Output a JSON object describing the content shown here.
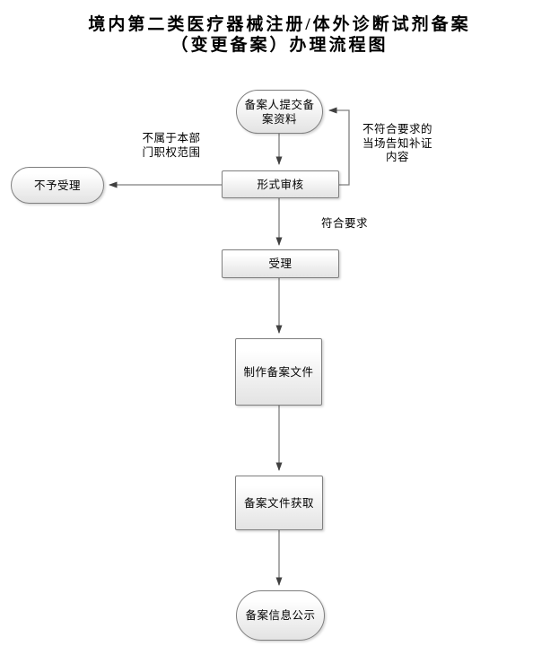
{
  "title": {
    "line1": "境内第二类医疗器械注册/体外诊断试剂备案",
    "line2": "（变更备案）办理流程图"
  },
  "nodes": {
    "submit": {
      "lines": [
        "备案人提交备",
        "案资料"
      ]
    },
    "reject": {
      "label": "不予受理"
    },
    "formal": {
      "label": "形式审核"
    },
    "accept": {
      "label": "受理"
    },
    "make": {
      "label": "制作备案文件"
    },
    "obtain": {
      "label": "备案文件获取"
    },
    "publish": {
      "label": "备案信息公示"
    }
  },
  "edge_labels": {
    "not_in_scope": {
      "lines": [
        "不属于本部",
        "门职权范围"
      ]
    },
    "not_compliant": {
      "lines": [
        "不符合要求的",
        "当场告知补证",
        "内容"
      ]
    },
    "compliant": {
      "label": "符合要求"
    }
  },
  "colors": {
    "node_border": "#7f7f7f",
    "node_fill_top": "#ffffff",
    "node_fill_bottom": "#e3e3e3",
    "connector_line": "#7f7f7f",
    "arrowhead": "#404040",
    "text": "#000000",
    "background": "#ffffff"
  }
}
